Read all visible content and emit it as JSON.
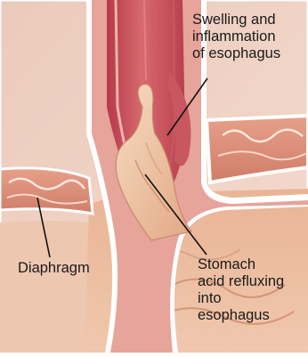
{
  "labels": {
    "swelling": "Swelling and\ninflammation\nof esophagus",
    "diaphragm": "Diaphragm",
    "acid": "Stomach\nacid refluxing\ninto\nesophagus"
  }
}
